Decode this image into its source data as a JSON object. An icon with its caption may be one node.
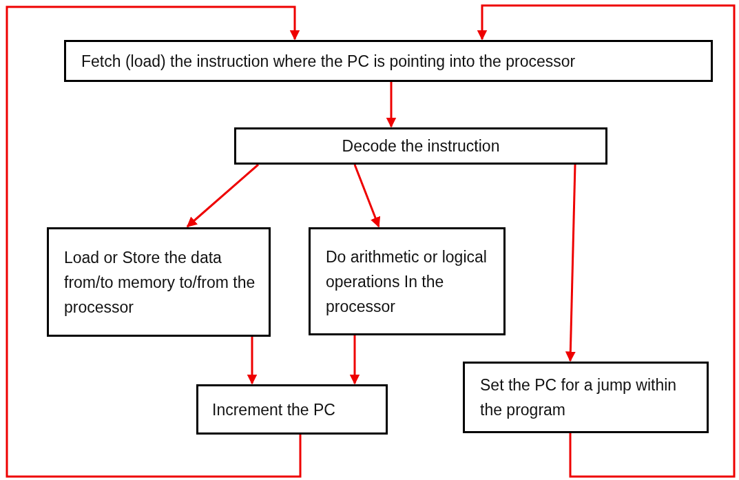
{
  "diagram": {
    "nodes": [
      {
        "text": [
          "Fetch (load) the instruction where the PC is pointing into the processor"
        ]
      },
      {
        "text": [
          "Decode the instruction"
        ]
      },
      {
        "text": [
          "Load or Store the data from/to memory to/from the processor"
        ]
      },
      {
        "text": [
          "Do arithmetic or logical operations In the processor"
        ]
      },
      {
        "text": [
          "Increment the PC"
        ]
      },
      {
        "text": [
          "Set the PC for a jump within the program"
        ]
      }
    ],
    "edges": [
      {
        "from": 0,
        "to": 1,
        "arrow": "to"
      },
      {
        "from": 1,
        "to": 2,
        "arrow": "to"
      },
      {
        "from": 1,
        "to": 3,
        "arrow": "to"
      },
      {
        "from": 1,
        "to": 5,
        "arrow": "to"
      },
      {
        "from": 2,
        "to": 4,
        "arrow": "to"
      },
      {
        "from": 3,
        "to": 4,
        "arrow": "to"
      },
      {
        "from": 4,
        "to": 0,
        "arrow": "to"
      },
      {
        "from": 5,
        "to": 0,
        "arrow": "to"
      }
    ]
  }
}
